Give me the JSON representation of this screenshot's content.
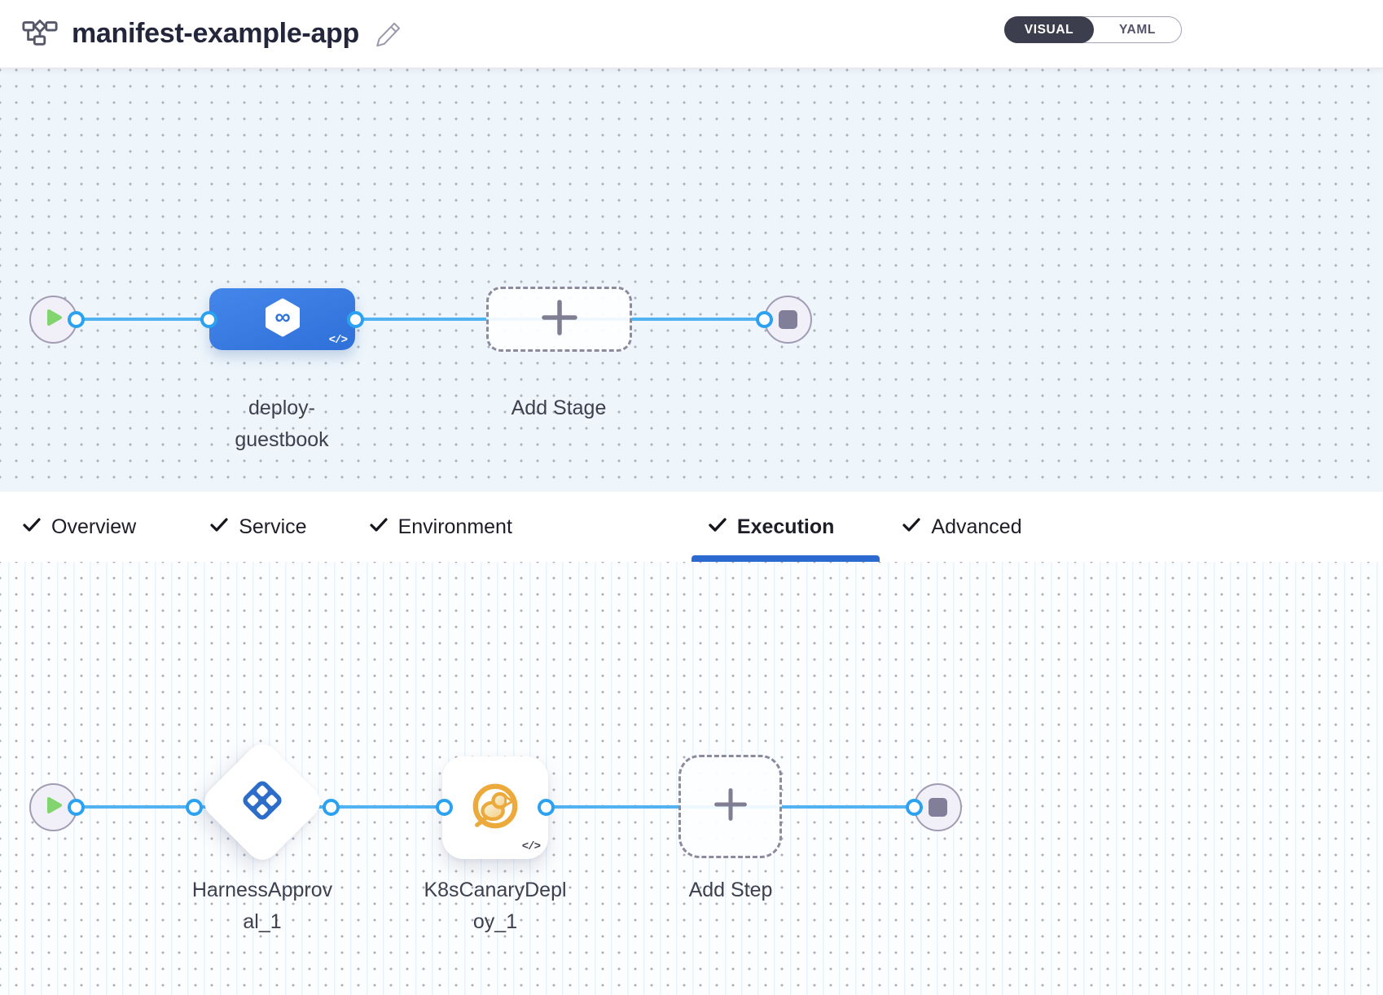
{
  "header": {
    "title": "manifest-example-app",
    "view_toggle": {
      "visual": "VISUAL",
      "yaml": "YAML",
      "selected": "VISUAL"
    }
  },
  "pipeline": {
    "stage_name": "deploy-guestbook",
    "add_stage_label": "Add Stage",
    "stage_code_badge": "</>"
  },
  "tabs": {
    "items": [
      {
        "label": "Overview",
        "checked": true,
        "active": false
      },
      {
        "label": "Service",
        "checked": true,
        "active": false
      },
      {
        "label": "Environment",
        "checked": true,
        "active": false
      },
      {
        "label": "Execution",
        "checked": true,
        "active": true
      },
      {
        "label": "Advanced",
        "checked": true,
        "active": false
      }
    ]
  },
  "execution": {
    "steps": [
      {
        "name": "HarnessApproval_1",
        "icon": "approval-diamond-icon"
      },
      {
        "name": "K8sCanaryDeploy_1",
        "icon": "canary-bird-icon"
      }
    ],
    "add_step_label": "Add Step",
    "step_code_badge": "</>"
  },
  "icons": {
    "header_left": "pipeline-icon",
    "title_edit": "pencil-icon",
    "stage": "cd-hexagon-infinity-icon",
    "start": "play-icon",
    "end": "stop-icon",
    "add": "plus-icon",
    "tab_state": "check-icon",
    "inline_yaml": "code-icon"
  },
  "colors": {
    "accent_blue": "#2c6ad1",
    "connector_blue": "#52b3f2",
    "stage_node_blue": "#3a7be1",
    "approval_blue": "#2d6dca",
    "canary_yellow": "#edaa3c",
    "play_green": "#82d46e",
    "terminal_gray": "#807e99",
    "stage_canvas_bg": "#eef6fb",
    "exec_canvas_bg": "#fcfdfe"
  }
}
